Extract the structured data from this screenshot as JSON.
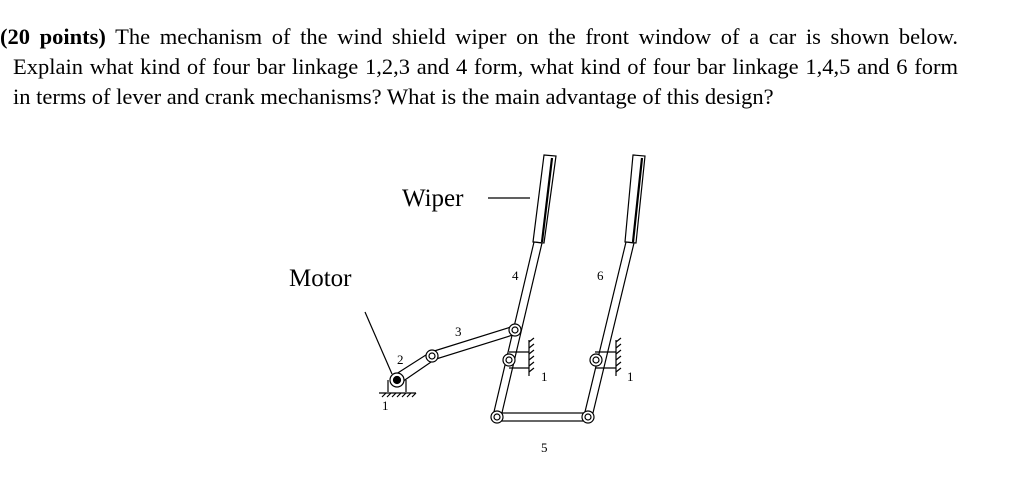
{
  "question": {
    "points": "(20 points)",
    "text": " The mechanism of the wind shield wiper on the front window of a car is shown below. Explain what kind of four bar linkage 1,2,3 and 4 form, what kind of four bar linkage 1,4,5 and 6 form in terms of lever and crank mechanisms? What is the main advantage of this design?"
  },
  "diagram": {
    "wiper_label": "Wiper",
    "motor_label": "Motor",
    "link_labels": {
      "l1_motor": "1",
      "l2": "2",
      "l3": "3",
      "l4": "4",
      "l1_a": "1",
      "l6": "6",
      "l1_b": "1",
      "l5": "5"
    }
  }
}
